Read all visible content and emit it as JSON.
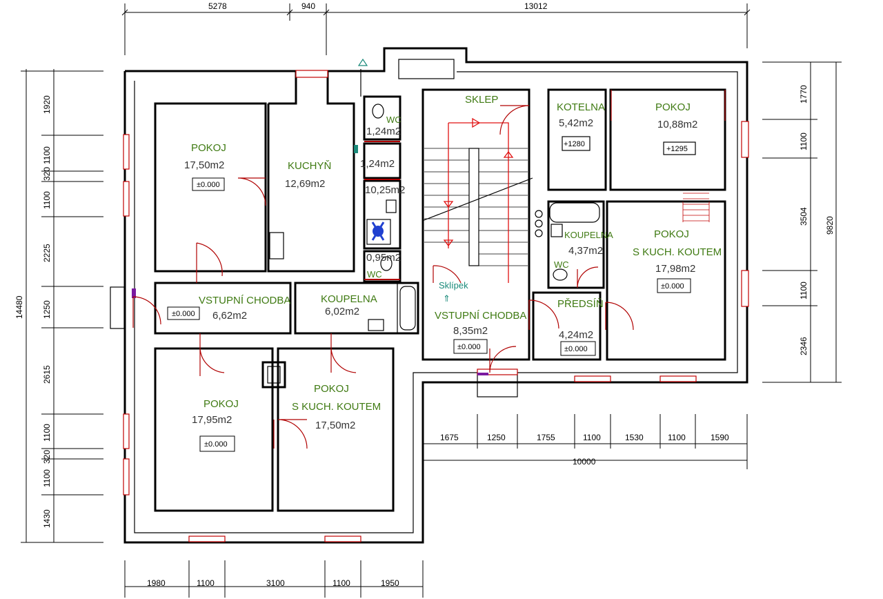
{
  "rooms": [
    {
      "name": "POKOJ",
      "area": "17,50m2",
      "level": "±0.000"
    },
    {
      "name": "KUCHYŇ",
      "area": "12,69m2"
    },
    {
      "name": "WC",
      "area": "1,24m2"
    },
    {
      "area2": "1,24m2"
    },
    {
      "area3": "10,25m2"
    },
    {
      "name": "WC",
      "area": "0,95m2"
    },
    {
      "name": "VSTUPNÍ CHODBA",
      "area": "6,62m2",
      "level": "±0.000"
    },
    {
      "name": "KOUPELNA",
      "area": "6,02m2"
    },
    {
      "name": "POKOJ",
      "area": "17,95m2",
      "level": "±0.000"
    },
    {
      "name1": "POKOJ",
      "name2": "S KUCH. KOUTEM",
      "area": "17,50m2"
    },
    {
      "name": "SKLEP"
    },
    {
      "name": "KOTELNA",
      "area": "5,42m2",
      "level": "+1280"
    },
    {
      "name": "POKOJ",
      "area": "10,88m2",
      "level": "+1295"
    },
    {
      "name": "KOUPELNA",
      "area": "4,37m2",
      "wc": "WC"
    },
    {
      "name1": "POKOJ",
      "name2": "S KUCH. KOUTEM",
      "area": "17,98m2",
      "level": "±0.000"
    },
    {
      "name": "Sklípek"
    },
    {
      "name": "VSTUPNÍ CHODBA",
      "area": "8,35m2",
      "level": "±0.000"
    },
    {
      "name": "PŘEDSÍŇ",
      "area": "4,24m2",
      "level": "±0.000"
    }
  ],
  "dims": {
    "top": [
      "5278",
      "940",
      "13012"
    ],
    "bottom_left": [
      "1980",
      "1100",
      "3100",
      "1100",
      "1950"
    ],
    "bottom_right": [
      "1675",
      "1250",
      "1755",
      "1100",
      "1530",
      "1100",
      "1590"
    ],
    "bottom_right_total": "10000",
    "left": [
      "1920",
      "1100",
      "320",
      "1100",
      "2225",
      "1250",
      "2615",
      "1100",
      "320",
      "1100",
      "1430"
    ],
    "left_total": "14480",
    "right": [
      "1770",
      "1100",
      "3504",
      "1100",
      "2346"
    ],
    "right_total": "9820"
  }
}
